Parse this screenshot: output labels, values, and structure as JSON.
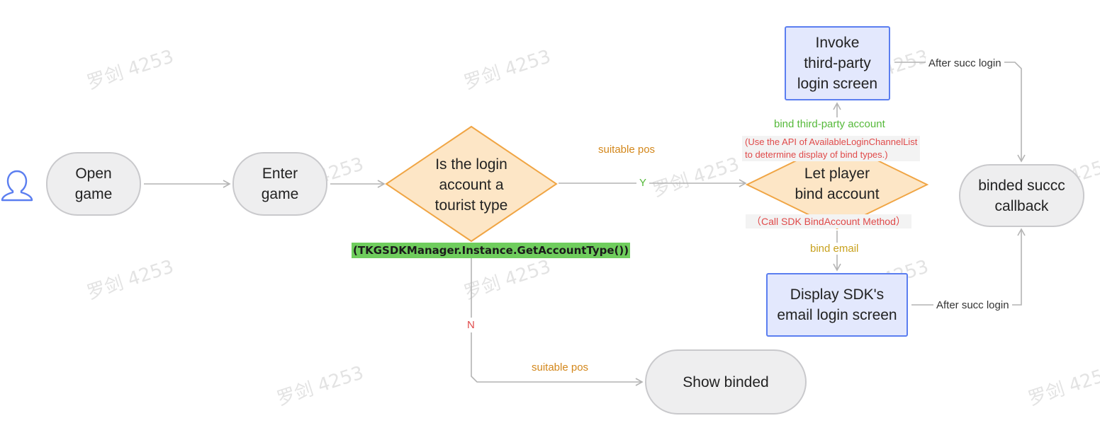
{
  "watermark": "罗剑 4253",
  "nodes": {
    "open_game": "Open\ngame",
    "enter_game": "Enter\ngame",
    "is_tourist": "Is the login\naccount a\ntourist type",
    "let_player_bind": "Let player\nbind account",
    "invoke_third_party": "Invoke\nthird-party\nlogin screen",
    "display_email": "Display SDK's\nemail login screen",
    "binded_callback": "binded succc\ncallback",
    "show_binded": "Show binded"
  },
  "labels": {
    "suitable_pos_top": "suitable pos",
    "yes": "Y",
    "no": "N",
    "suitable_pos_bottom": "suitable pos",
    "bind_third_party": "bind third-party account",
    "bind_email": "bind email",
    "after_login_top": "After succ login",
    "after_login_bottom": "After succ login",
    "api_note": "(Use the API of AvailableLoginChannelList\nto determine display of bind types.)",
    "bind_method_note": "（Call SDK BindAccount Method）",
    "code_note": "(TKGSDKManager.Instance.GetAccountType())"
  },
  "colors": {
    "pill_fill": "#eeeeef",
    "pill_border": "#c9c9cc",
    "rect_fill": "#e3e8fd",
    "rect_border": "#5b7ef0",
    "diamond_fill": "#fde6c6",
    "diamond_border": "#f0a544",
    "connector": "#b4b4b4",
    "user_icon": "#5b7ef0"
  }
}
